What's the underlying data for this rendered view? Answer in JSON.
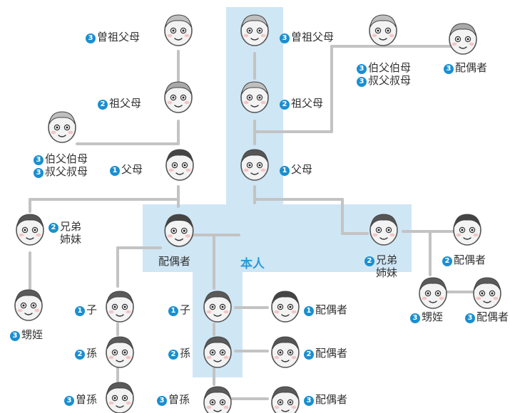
{
  "colors": {
    "highlight": "#cfe6f5",
    "line": "#c3c3c3",
    "accent": "#2a9bd6",
    "badge": "#1a8fd0"
  },
  "self_label": "本人",
  "people": [
    {
      "id": "ggp-left",
      "deg": "3",
      "label": "曽祖父母",
      "icon": "elderly-man-icon"
    },
    {
      "id": "ggp-center",
      "deg": "3",
      "label": "曽祖父母",
      "icon": "elderly-man-icon"
    },
    {
      "id": "great-uncle-right",
      "deg": "3",
      "label": "伯父伯母",
      "label2": "叔父叔母",
      "deg2": "3",
      "icon": "elderly-man-icon"
    },
    {
      "id": "great-uncle-spouse",
      "deg": "3",
      "label": "配偶者",
      "icon": "elderly-woman-icon"
    },
    {
      "id": "gp-left",
      "deg": "2",
      "label": "祖父母",
      "icon": "elderly-woman-icon"
    },
    {
      "id": "gp-center",
      "deg": "2",
      "label": "祖父母",
      "icon": "elderly-man-icon"
    },
    {
      "id": "uncle-left",
      "deg": "3",
      "label": "伯父伯母",
      "label2": "叔父叔母",
      "deg2": "3",
      "icon": "elderly-man-icon"
    },
    {
      "id": "parent-in-law",
      "deg": "1",
      "label": "父母",
      "icon": "woman-icon"
    },
    {
      "id": "parent",
      "deg": "1",
      "label": "父母",
      "icon": "man-icon"
    },
    {
      "id": "sibling-left",
      "deg": "2",
      "label": "兄弟",
      "label2": "姉妹",
      "icon": "man-icon"
    },
    {
      "id": "nephew-left",
      "deg": "3",
      "label": "甥姪",
      "icon": "child-icon"
    },
    {
      "id": "spouse",
      "label": "配偶者",
      "icon": "woman-icon"
    },
    {
      "id": "sibling-right",
      "deg": "2",
      "label": "兄弟",
      "label2": "姉妹",
      "icon": "man-icon"
    },
    {
      "id": "sibling-spouse",
      "deg": "2",
      "label": "配偶者",
      "icon": "woman-icon"
    },
    {
      "id": "nephew-right",
      "deg": "3",
      "label": "甥姪",
      "icon": "child-icon"
    },
    {
      "id": "nephew-spouse",
      "deg": "3",
      "label": "配偶者",
      "icon": "child-icon"
    },
    {
      "id": "child-left",
      "deg": "1",
      "label": "子",
      "icon": "child-icon"
    },
    {
      "id": "child-center",
      "deg": "1",
      "label": "子",
      "icon": "child-icon"
    },
    {
      "id": "child-spouse",
      "deg": "1",
      "label": "配偶者",
      "icon": "woman-icon"
    },
    {
      "id": "grandchild-left",
      "deg": "2",
      "label": "孫",
      "icon": "child-icon"
    },
    {
      "id": "grandchild-center",
      "deg": "2",
      "label": "孫",
      "icon": "child-icon"
    },
    {
      "id": "grandchild-spouse",
      "deg": "2",
      "label": "配偶者",
      "icon": "man-icon"
    },
    {
      "id": "ggc-left",
      "deg": "3",
      "label": "曽孫",
      "icon": "child-icon"
    },
    {
      "id": "ggc-center",
      "deg": "3",
      "label": "曽孫",
      "icon": "child-icon"
    },
    {
      "id": "ggc-spouse",
      "deg": "3",
      "label": "配偶者",
      "icon": "child-icon"
    }
  ]
}
